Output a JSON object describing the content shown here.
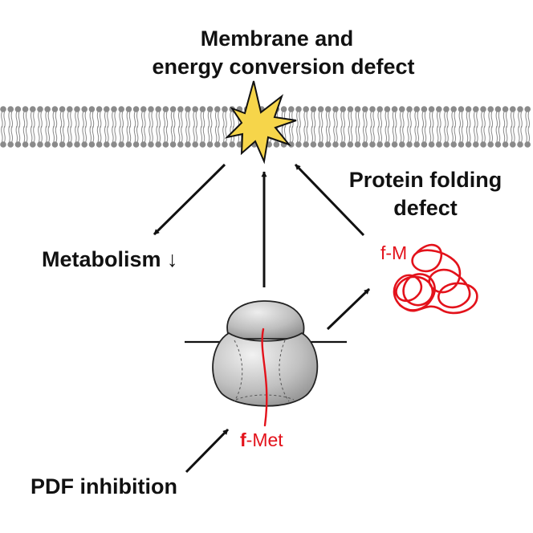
{
  "labels": {
    "title_line1": "Membrane and",
    "title_line2": "energy conversion defect",
    "protein_line1": "Protein folding",
    "protein_line2": "defect",
    "metabolism": "Metabolism ↓",
    "fm": "f-M",
    "fmet_bold": "f",
    "fmet_rest": "-Met",
    "pdf": "PDF inhibition"
  },
  "colors": {
    "text": "#111111",
    "peptide": "#e3121b",
    "star_fill": "#f6d54a",
    "membrane": "#8a8a8a",
    "ribosome": "#a7a7a7"
  }
}
